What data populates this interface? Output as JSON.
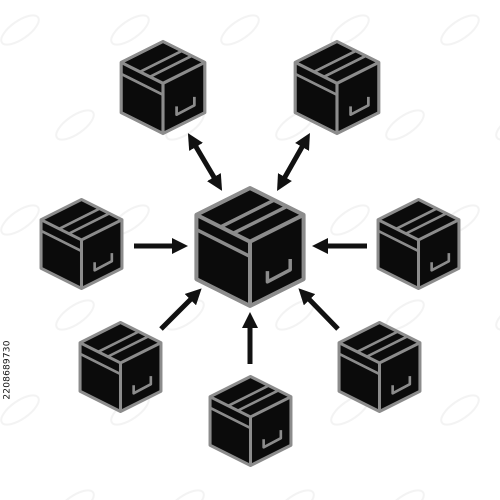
{
  "colors": {
    "background": "#ffffff",
    "box_fill": "#0b0b0b",
    "box_outline": "#8c8c8c",
    "arrow": "#111111",
    "watermark": "#e9e9e9"
  },
  "icons": {
    "central": "box-icon",
    "satellite": "box-icon",
    "arrows": "arrow-icon"
  },
  "diagram": {
    "central_box": {
      "label": ""
    },
    "satellite_boxes": [
      {
        "name": "top-left"
      },
      {
        "name": "top-right"
      },
      {
        "name": "left"
      },
      {
        "name": "right"
      },
      {
        "name": "lower-left"
      },
      {
        "name": "bottom"
      },
      {
        "name": "lower-right"
      }
    ],
    "connections": [
      {
        "from": "central",
        "to": "top-left",
        "direction": "bidirectional"
      },
      {
        "from": "central",
        "to": "top-right",
        "direction": "bidirectional"
      },
      {
        "from": "left",
        "to": "central",
        "direction": "inbound"
      },
      {
        "from": "right",
        "to": "central",
        "direction": "inbound"
      },
      {
        "from": "lower-left",
        "to": "central",
        "direction": "inbound"
      },
      {
        "from": "bottom",
        "to": "central",
        "direction": "inbound"
      },
      {
        "from": "lower-right",
        "to": "central",
        "direction": "inbound"
      }
    ]
  },
  "stock_id": "2208689730"
}
